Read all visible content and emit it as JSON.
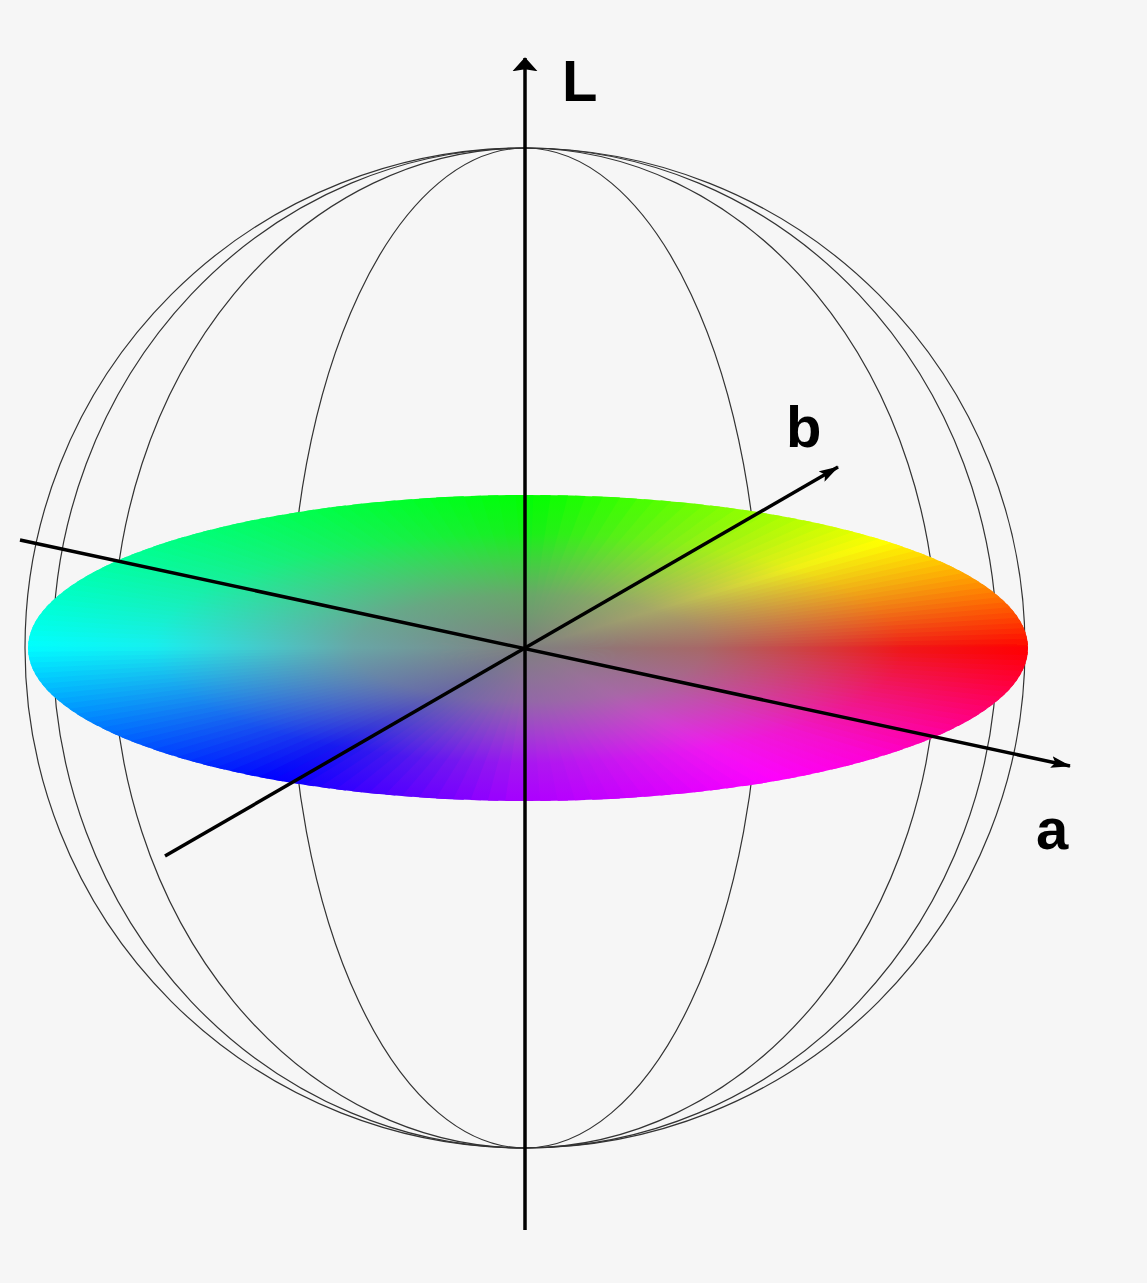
{
  "diagram": {
    "labels": [
      "L",
      "b",
      "a"
    ]
  }
}
